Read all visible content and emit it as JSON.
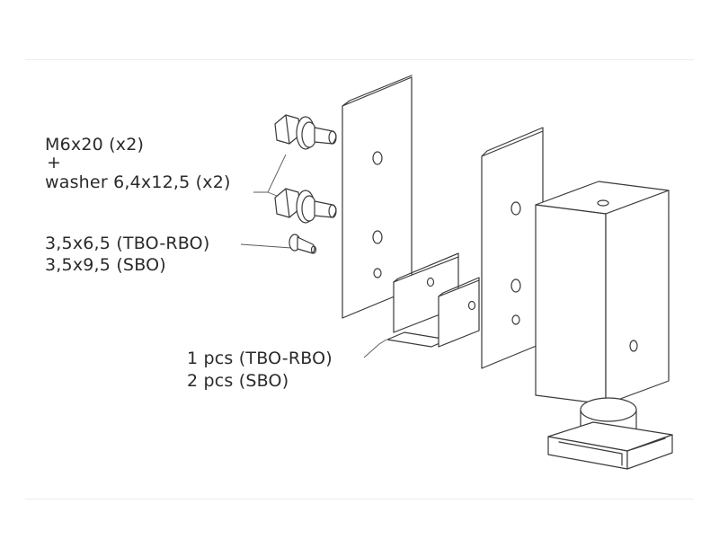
{
  "labels": {
    "bolt_spec": "M6x20 (x2)",
    "plus": "+",
    "washer_spec": "washer 6,4x12,5 (x2)",
    "screw_spec_tbo": "3,5x6,5 (TBO-RBO)",
    "screw_spec_sbo": "3,5x9,5 (SBO)",
    "qty_tbo": "1 pcs (TBO-RBO)",
    "qty_sbo": "2 pcs (SBO)"
  }
}
